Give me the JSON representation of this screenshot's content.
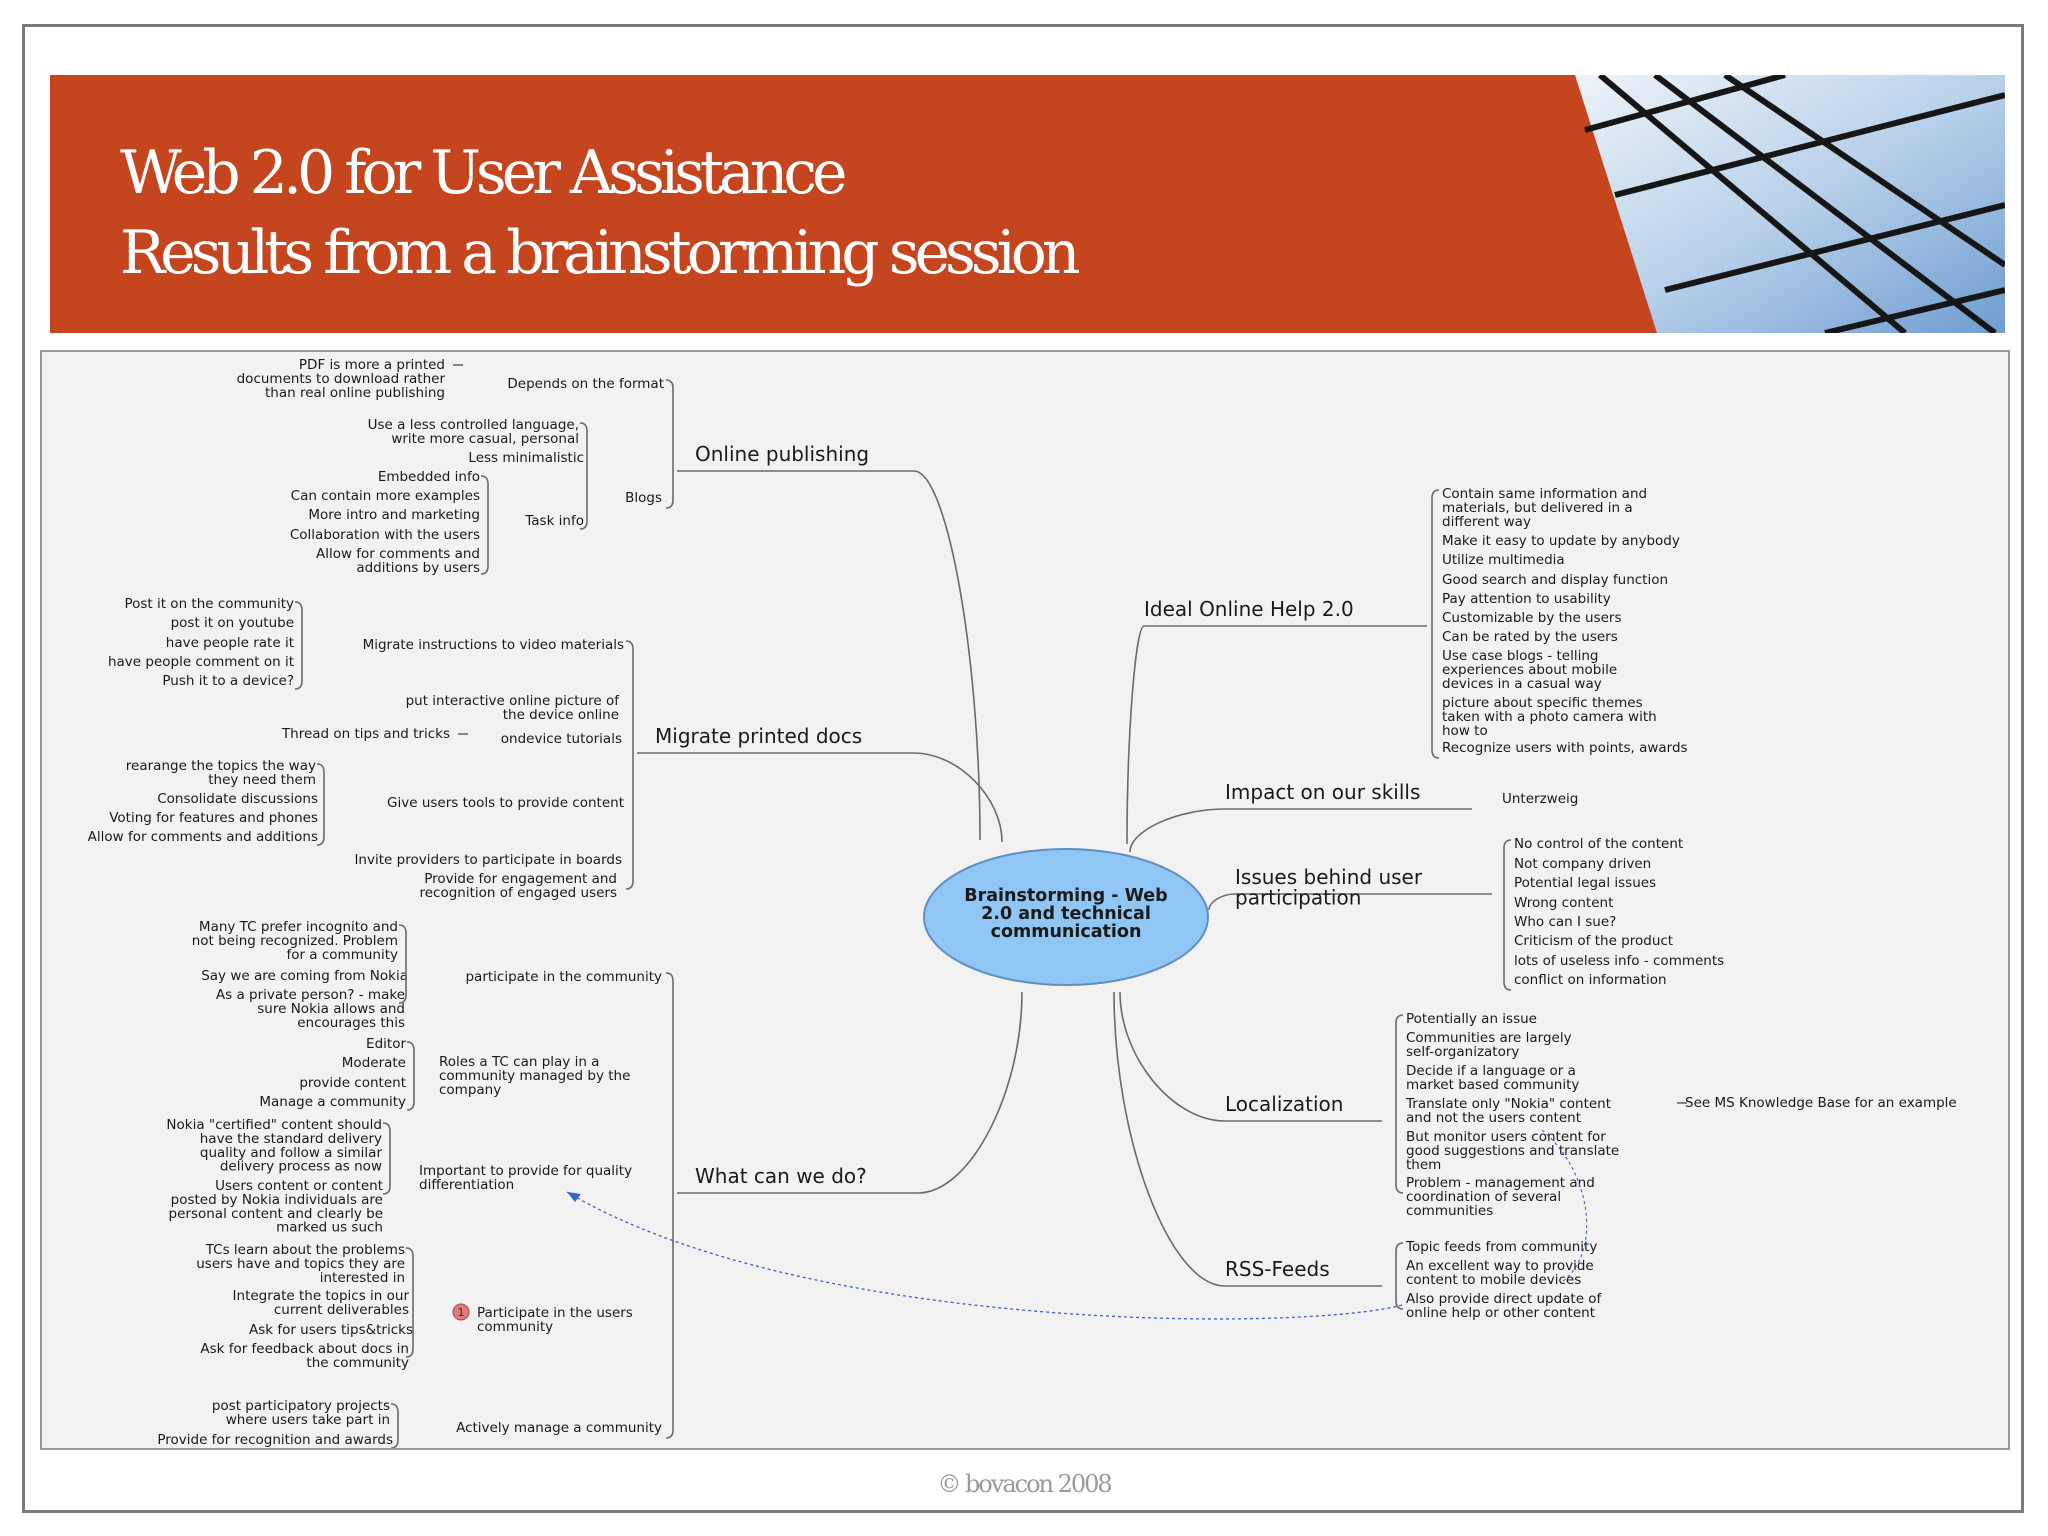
{
  "title": {
    "line1": "Web 2.0 for User Assistance",
    "line2": "Results from a brainstorming session"
  },
  "copyright": "© bovacon 2008",
  "colors": {
    "banner": "#c4451e",
    "central_node": "#90c6f4",
    "panel_background": "#f2f2f2"
  },
  "mindmap": {
    "center": [
      "Brainstorming - Web",
      "2.0 and technical",
      "communication"
    ],
    "branches": [
      {
        "id": "online-publishing",
        "label": [
          "Online publishing"
        ],
        "side": "left",
        "children": [
          {
            "label": [
              "Depends on the format"
            ],
            "children": [
              {
                "label": [
                  "PDF is more a printed",
                  "documents to download rather",
                  "than real online publishing"
                ]
              }
            ]
          },
          {
            "label": [
              "Blogs"
            ],
            "children": [
              {
                "label": [
                  "Use a less controlled language,",
                  "write more casual, personal"
                ]
              },
              {
                "label": [
                  "Less minimalistic"
                ]
              },
              {
                "label": [
                  "Task info"
                ],
                "children": [
                  {
                    "label": [
                      "Embedded info"
                    ]
                  },
                  {
                    "label": [
                      "Can contain more examples"
                    ]
                  },
                  {
                    "label": [
                      "More intro and marketing"
                    ]
                  },
                  {
                    "label": [
                      "Collaboration with the users"
                    ]
                  },
                  {
                    "label": [
                      "Allow for comments and",
                      "additions by users"
                    ]
                  }
                ]
              }
            ]
          }
        ]
      },
      {
        "id": "migrate-printed-docs",
        "label": [
          "Migrate printed docs"
        ],
        "side": "left",
        "children": [
          {
            "label": [
              "Migrate instructions to video materials"
            ],
            "children": [
              {
                "label": [
                  "Post it on the community"
                ]
              },
              {
                "label": [
                  "post it on youtube"
                ]
              },
              {
                "label": [
                  "have people rate it"
                ]
              },
              {
                "label": [
                  "have people comment on it"
                ]
              },
              {
                "label": [
                  "Push it to a device?"
                ]
              }
            ]
          },
          {
            "label": [
              "put interactive online picture of",
              "the device online"
            ]
          },
          {
            "label": [
              "ondevice tutorials"
            ],
            "children": [
              {
                "label": [
                  "Thread on tips and tricks"
                ]
              }
            ]
          },
          {
            "label": [
              "Give users tools to provide content"
            ],
            "children": [
              {
                "label": [
                  "rearange the topics the way",
                  "they need them"
                ]
              },
              {
                "label": [
                  "Consolidate discussions"
                ]
              },
              {
                "label": [
                  "Voting for features and phones"
                ]
              },
              {
                "label": [
                  "Allow for comments and additions"
                ]
              }
            ]
          },
          {
            "label": [
              "Invite providers to participate in boards"
            ]
          },
          {
            "label": [
              "Provide for engagement and",
              "recognition of engaged users"
            ]
          }
        ]
      },
      {
        "id": "what-can-we-do",
        "label": [
          "What can we do?"
        ],
        "side": "left",
        "children": [
          {
            "label": [
              "participate in the community"
            ],
            "children": [
              {
                "label": [
                  "Many TC prefer incognito and",
                  "not being recognized. Problem",
                  "for a community"
                ]
              },
              {
                "label": [
                  "Say we are coming from Nokia"
                ]
              },
              {
                "label": [
                  "As a private person? - make",
                  "sure Nokia allows and",
                  "encourages this"
                ]
              }
            ]
          },
          {
            "label": [
              "Roles a TC can play in a",
              "community managed by the",
              "company"
            ],
            "children": [
              {
                "label": [
                  "Editor"
                ]
              },
              {
                "label": [
                  "Moderate"
                ]
              },
              {
                "label": [
                  "provide content"
                ]
              },
              {
                "label": [
                  "Manage a community"
                ]
              }
            ]
          },
          {
            "label": [
              "Important to provide for quality",
              "differentiation"
            ],
            "children": [
              {
                "label": [
                  "Nokia \"certified\" content should",
                  "have the standard delivery",
                  "quality and follow a similar",
                  "delivery process as now"
                ]
              },
              {
                "label": [
                  "Users content or content",
                  "posted by Nokia individuals are",
                  "personal content and clearly be",
                  "marked us such"
                ]
              }
            ]
          },
          {
            "label": [
              "Participate in the users",
              "community"
            ],
            "marker": "1",
            "children": [
              {
                "label": [
                  "TCs learn about the problems",
                  "users have and topics they are",
                  "interested in"
                ]
              },
              {
                "label": [
                  "Integrate the topics in our",
                  "current deliverables"
                ]
              },
              {
                "label": [
                  "Ask for users tips&tricks"
                ]
              },
              {
                "label": [
                  "Ask for feedback about docs in",
                  "the community"
                ]
              }
            ]
          },
          {
            "label": [
              "Actively manage a community"
            ],
            "children": [
              {
                "label": [
                  "post participatory projects",
                  "where users take part in"
                ]
              },
              {
                "label": [
                  "Provide for recognition and awards"
                ]
              }
            ]
          }
        ]
      },
      {
        "id": "ideal-online-help",
        "label": [
          "Ideal Online Help 2.0"
        ],
        "side": "right",
        "children": [
          {
            "label": [
              "Contain same information and",
              "materials, but delivered in a",
              "different way"
            ]
          },
          {
            "label": [
              "Make it easy to update by anybody"
            ]
          },
          {
            "label": [
              "Utilize multimedia"
            ]
          },
          {
            "label": [
              "Good search and display function"
            ]
          },
          {
            "label": [
              "Pay attention to usability"
            ]
          },
          {
            "label": [
              "Customizable by the users"
            ]
          },
          {
            "label": [
              "Can be rated by the users"
            ]
          },
          {
            "label": [
              "Use case blogs - telling",
              "experiences about mobile",
              "devices in a casual way"
            ]
          },
          {
            "label": [
              "picture about specific themes",
              "taken with a photo camera with",
              "how to"
            ]
          },
          {
            "label": [
              "Recognize users with points, awards"
            ]
          }
        ]
      },
      {
        "id": "impact-on-skills",
        "label": [
          "Impact on our skills"
        ],
        "side": "right",
        "children": [
          {
            "label": [
              "Unterzweig"
            ]
          }
        ]
      },
      {
        "id": "issues-user-participation",
        "label": [
          "Issues behind user",
          "participation"
        ],
        "side": "right",
        "children": [
          {
            "label": [
              "No control of the content"
            ]
          },
          {
            "label": [
              "Not company driven"
            ]
          },
          {
            "label": [
              "Potential legal issues"
            ]
          },
          {
            "label": [
              "Wrong content"
            ]
          },
          {
            "label": [
              "Who can I sue?"
            ]
          },
          {
            "label": [
              "Criticism of the product"
            ]
          },
          {
            "label": [
              "lots of useless info - comments"
            ]
          },
          {
            "label": [
              "conflict on information"
            ]
          }
        ]
      },
      {
        "id": "localization",
        "label": [
          "Localization"
        ],
        "side": "right",
        "children": [
          {
            "label": [
              "Potentially an issue"
            ]
          },
          {
            "label": [
              "Communities are largely",
              "self-organizatory"
            ]
          },
          {
            "label": [
              "Decide if a language or a",
              "market based community"
            ]
          },
          {
            "label": [
              "Translate only \"Nokia\" content",
              "and not the users content"
            ],
            "children": [
              {
                "label": [
                  "See MS Knowledge Base for an example"
                ]
              }
            ]
          },
          {
            "label": [
              "But monitor users content for",
              "good suggestions and translate",
              "them"
            ]
          },
          {
            "label": [
              "Problem - management and",
              "coordination of several",
              "communities"
            ]
          }
        ]
      },
      {
        "id": "rss-feeds",
        "label": [
          "RSS-Feeds"
        ],
        "side": "right",
        "children": [
          {
            "label": [
              "Topic feeds from community"
            ]
          },
          {
            "label": [
              "An excellent way to provide",
              "content to mobile devices"
            ]
          },
          {
            "label": [
              "Also provide direct update of",
              "online help or other content"
            ]
          }
        ]
      }
    ]
  }
}
